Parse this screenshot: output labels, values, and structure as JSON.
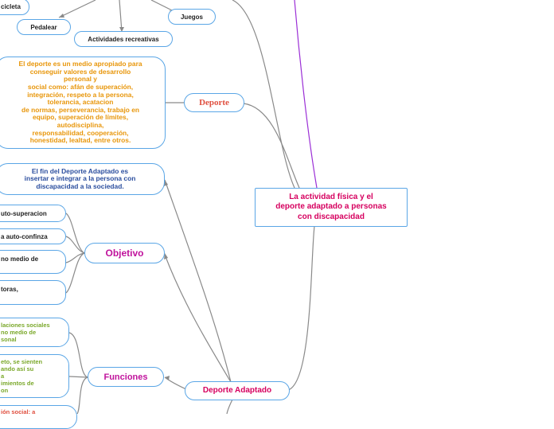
{
  "colors": {
    "border": "#5aa6e6",
    "line": "#8a8a8a",
    "purple_line": "#9b2fd6",
    "pink": "#d6005f",
    "red": "#e05040",
    "orange": "#e8960a",
    "blue_text": "#2b4e9e",
    "magenta": "#c0129c",
    "green": "#7aa82a"
  },
  "nodes": {
    "central": "La actividad física y el\ndeporte adaptado a personas\ncon discapacidad",
    "deporte_adaptado": "Deporte Adaptado",
    "deporte": "Deporte",
    "deporte_desc": "El deporte es un medio apropiado para\nconseguir valores de desarrollo\npersonal y\nsocial como: afán de superación,\nintegración, respeto a la persona,\ntolerancia, acatacion\nde normas, perseverancia, trabajo en\nequipo, superación de límites,\nautodisciplina,\nresponsabilidad, cooperación,\nhonestidad, lealtad, entre otros.",
    "fin": "El fin del Deporte Adaptado es\ninsertar e integrar a la persona con\ndiscapacidad a la sociedad.",
    "objetivo": "Objetivo",
    "funciones": "Funciones",
    "bicicleta": "cicleta",
    "pedalear": "Pedalear",
    "actividades": "Actividades recreativas",
    "juegos": "Juegos",
    "obj1": "uto-superacion",
    "obj2": "a auto-confinza",
    "obj3": "no medio de",
    "obj4": "toras,",
    "fun1": "laciones sociales\nno medio de\nsonal",
    "fun2": "eto, se sienten\nando así su\na\nimientos de\non",
    "fun3": "ión social: a"
  }
}
